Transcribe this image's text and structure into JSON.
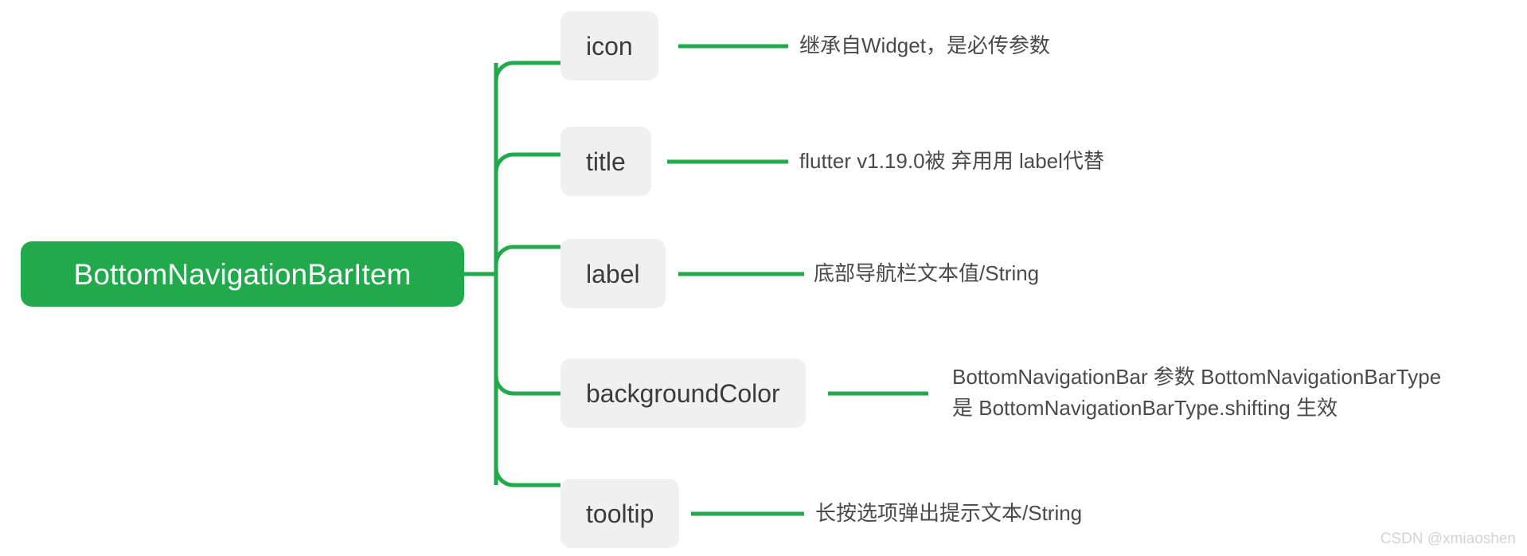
{
  "diagram": {
    "type": "mindmap",
    "title": "BottomNavigationBarItem",
    "colors": {
      "root_fill": "#22a94c",
      "root_text": "#ffffff",
      "branch_fill": "#f0f0f0",
      "branch_text": "#3b3b3b",
      "connector": "#22a94c",
      "description_text": "#4a4a4a",
      "watermark_text": "#d3d3d3",
      "background": "#ffffff"
    },
    "root": {
      "label": "BottomNavigationBarItem"
    },
    "branches": [
      {
        "label": "icon",
        "description_lines": [
          "继承自Widget，是必传参数"
        ]
      },
      {
        "label": "title",
        "description_lines": [
          "flutter v1.19.0被 弃用用 label代替"
        ]
      },
      {
        "label": "label",
        "description_lines": [
          "底部导航栏文本值/String"
        ]
      },
      {
        "label": "backgroundColor",
        "description_lines": [
          "BottomNavigationBar 参数 BottomNavigationBarType",
          "是 BottomNavigationBarType.shifting 生效"
        ]
      },
      {
        "label": "tooltip",
        "description_lines": [
          "长按选项弹出提示文本/String"
        ]
      }
    ]
  },
  "watermark": {
    "text": "CSDN @xmiaoshen"
  }
}
